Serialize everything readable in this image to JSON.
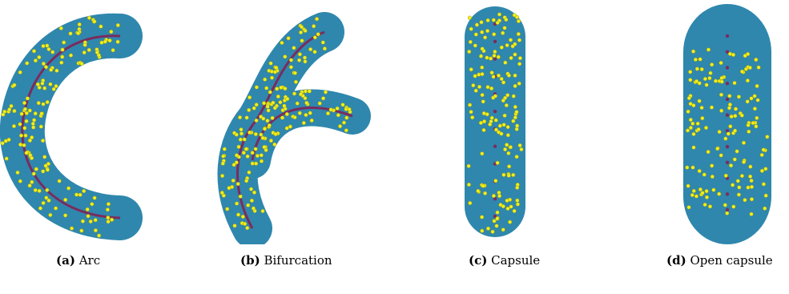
{
  "figure": {
    "panels": [
      {
        "tag": "(a)",
        "label": "Arc"
      },
      {
        "tag": "(b)",
        "label": "Bifurcation"
      },
      {
        "tag": "(c)",
        "label": "Capsule"
      },
      {
        "tag": "(d)",
        "label": "Open capsule"
      }
    ],
    "colors": {
      "surface": "#2f87ad",
      "surface_dark": "#1f5e7c",
      "centerline": "#7a2c5e",
      "marker": "#f0ee1e",
      "marker_edge": "#9a9a10"
    }
  }
}
